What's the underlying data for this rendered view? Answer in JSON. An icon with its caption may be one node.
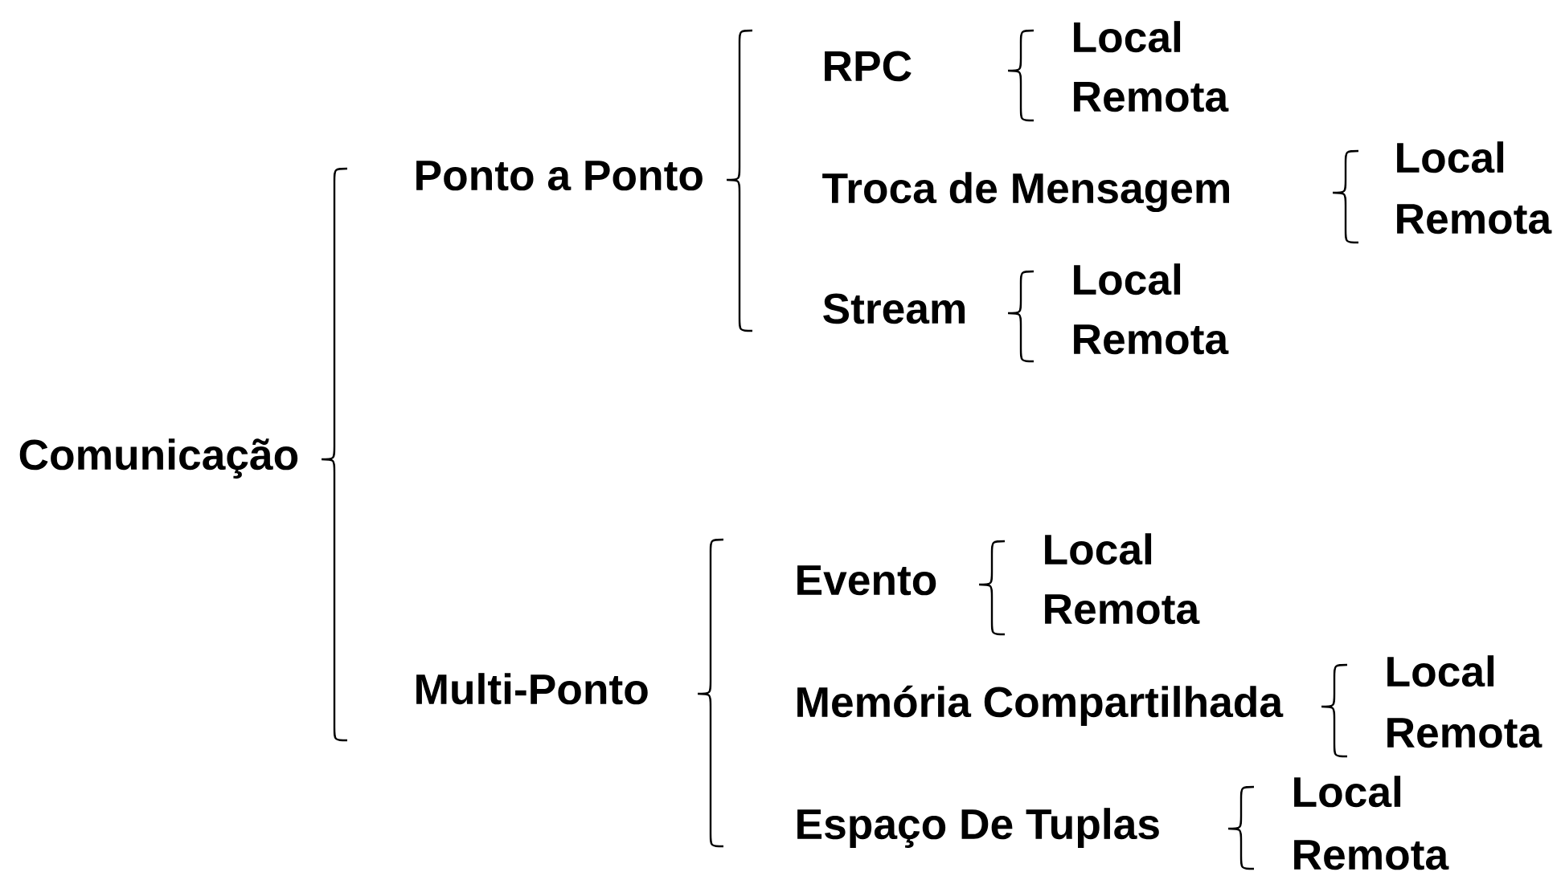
{
  "diagram": {
    "labels": [
      "Comunicação",
      "Ponto a Ponto",
      "RPC",
      "Local",
      "Remota",
      "Troca de Mensagem",
      "Local",
      "Remota",
      "Stream",
      "Local",
      "Remota",
      "Multi-Ponto",
      "Evento",
      "Local",
      "Remota",
      "Memória Compartilhada",
      "Local",
      "Remota",
      "Espaço De Tuplas",
      "Local",
      "Remota"
    ]
  }
}
